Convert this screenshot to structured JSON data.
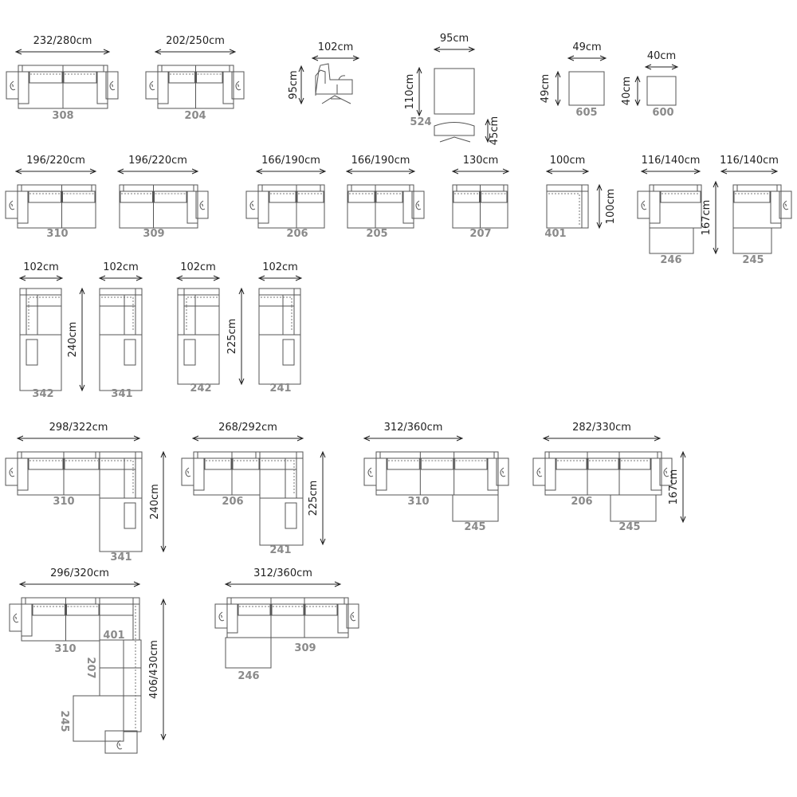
{
  "sofa_308": {
    "width": "232/280cm",
    "code": "308"
  },
  "sofa_204": {
    "width": "202/250cm",
    "code": "204"
  },
  "armchair_side": {
    "width": "102cm",
    "height": "95cm"
  },
  "chair_524": {
    "width": "95cm",
    "depth": "110cm",
    "code": "524",
    "height": "45cm"
  },
  "table_605": {
    "width": "49cm",
    "depth": "49cm",
    "code": "605"
  },
  "table_600": {
    "width": "40cm",
    "depth": "40cm",
    "code": "600"
  },
  "module_310": {
    "width": "196/220cm",
    "code": "310"
  },
  "module_309": {
    "width": "196/220cm",
    "code": "309"
  },
  "module_206": {
    "width": "166/190cm",
    "code": "206"
  },
  "module_205": {
    "width": "166/190cm",
    "code": "205"
  },
  "module_207": {
    "width": "130cm",
    "code": "207"
  },
  "module_401": {
    "width": "100cm",
    "depth": "100cm",
    "code": "401"
  },
  "chaise_246": {
    "width": "116/140cm",
    "code": "246"
  },
  "chaise_245": {
    "width": "116/140cm",
    "code": "245",
    "depth": "167cm"
  },
  "corner_342": {
    "width": "102cm",
    "code": "342"
  },
  "corner_341": {
    "width": "102cm",
    "code": "341",
    "depth": "240cm"
  },
  "corner_242": {
    "width": "102cm",
    "code": "242"
  },
  "corner_241": {
    "width": "102cm",
    "code": "241",
    "depth": "225cm"
  },
  "comp_a": {
    "width": "298/322cm",
    "depth": "240cm",
    "codes": [
      "310",
      "341"
    ]
  },
  "comp_b": {
    "width": "268/292cm",
    "depth": "225cm",
    "codes": [
      "206",
      "241"
    ]
  },
  "comp_c": {
    "width": "312/360cm",
    "codes": [
      "310",
      "245"
    ]
  },
  "comp_d": {
    "width": "282/330cm",
    "depth": "167cm",
    "codes": [
      "206",
      "245"
    ]
  },
  "comp_e": {
    "width": "296/320cm",
    "depth": "406/430cm",
    "codes": [
      "310",
      "401",
      "207",
      "245"
    ]
  },
  "comp_f": {
    "width": "312/360cm",
    "codes": [
      "309",
      "246"
    ]
  }
}
